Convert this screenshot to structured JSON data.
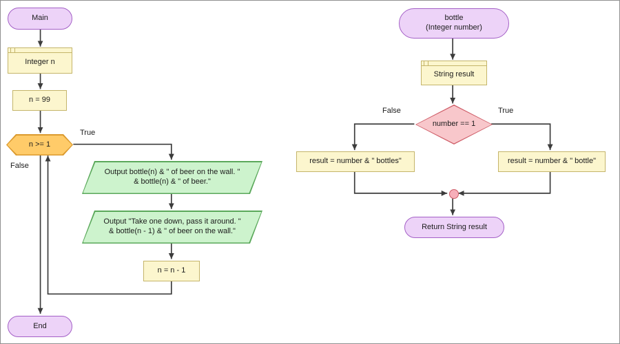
{
  "colors": {
    "terminal-fill": "#EDD3F8",
    "terminal-border": "#A35FC6",
    "declare-fill": "#FCF6CE",
    "declare-border": "#C4B469",
    "assign-fill": "#FCF6CE",
    "assign-border": "#C4B469",
    "loop-fill": "#FFCB69",
    "loop-border": "#DB9A2E",
    "output-fill": "#CDF3CD",
    "output-border": "#5AA85A",
    "decision-fill": "#F8C7CB",
    "decision-border": "#CE5B66",
    "connector-fill": "#F6AEB9",
    "line": "#3c3c3c"
  },
  "main_chart": {
    "start": "Main",
    "declare": "Integer n",
    "assign_init": "n = 99",
    "loop_condition": "n >= 1",
    "label_true": "True",
    "label_false": "False",
    "output_wall": "Output bottle(n) & \" of beer on the wall. \" & bottle(n) & \" of beer.\"",
    "output_take": "Output \"Take one down, pass it around. \" & bottle(n - 1) & \" of beer on the wall.\"",
    "assign_decrement": "n = n - 1",
    "end": "End"
  },
  "bottle_chart": {
    "start_line1": "bottle",
    "start_line2": "(Integer number)",
    "declare": "String result",
    "decision": "number == 1",
    "label_false": "False",
    "label_true": "True",
    "assign_bottles": "result = number & \" bottles\"",
    "assign_bottle": "result = number & \" bottle\"",
    "return": "Return String result"
  }
}
